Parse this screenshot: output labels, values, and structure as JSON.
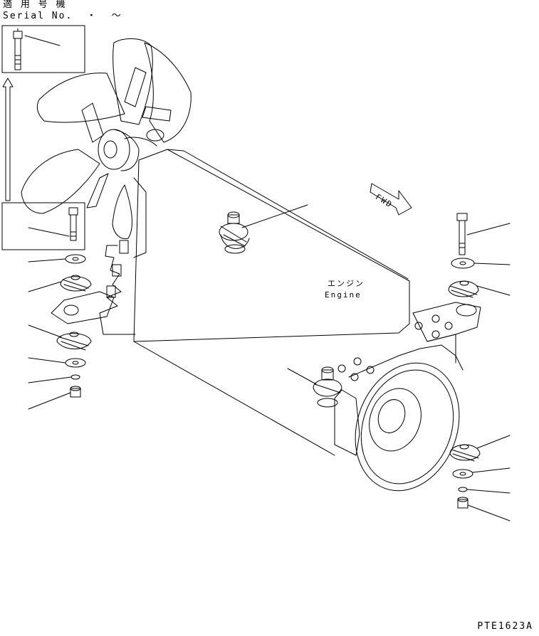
{
  "header": {
    "applicable_label": "適 用 号 機",
    "serial_label": "Serial No.  ・  ～"
  },
  "labels": {
    "engine_jp": "エンジン",
    "engine_en": "Engine",
    "fwd": "FWD"
  },
  "figure_code": "PTE1623A"
}
